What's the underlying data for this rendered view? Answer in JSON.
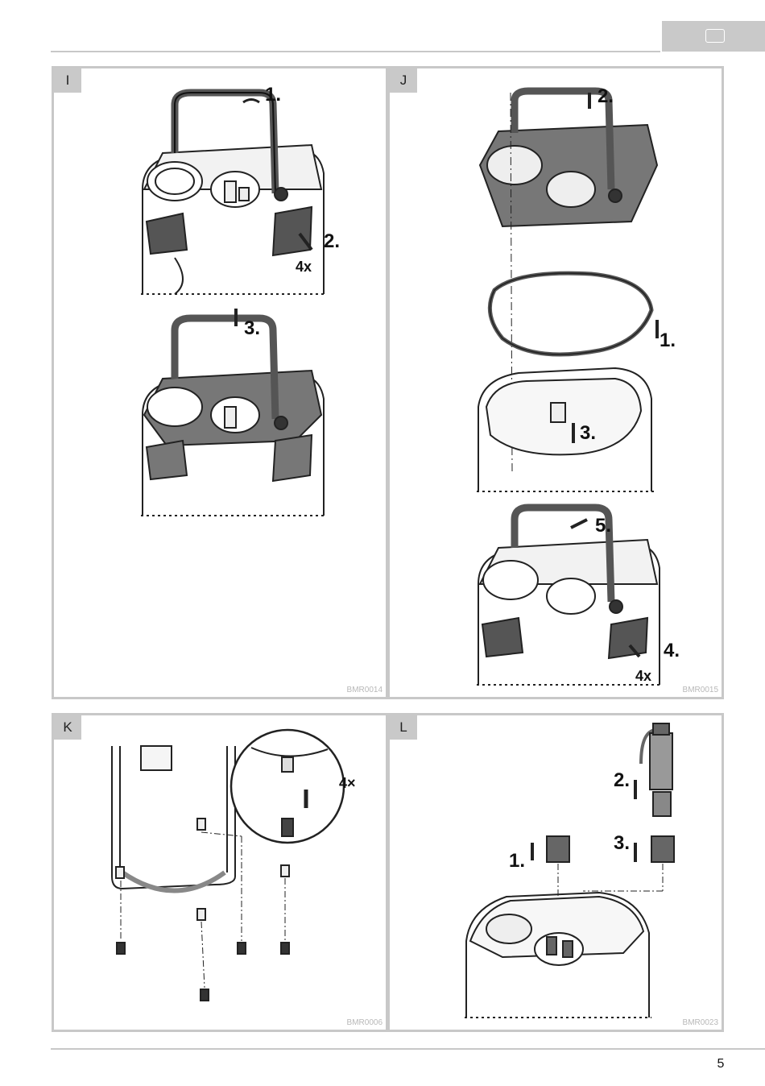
{
  "header": {
    "language_icon": "language-flag-icon"
  },
  "panels": {
    "I": {
      "label": "I",
      "code": "BMR0014",
      "step1": "1.",
      "step2": "2.",
      "step2_count": "4x",
      "step3": "3."
    },
    "J": {
      "label": "J",
      "code": "BMR0015",
      "step1": "1.",
      "step2": "2.",
      "step3": "3.",
      "step4": "4.",
      "step4_count": "4x",
      "step5": "5."
    },
    "K": {
      "label": "K",
      "code": "BMR0006",
      "count": "4×"
    },
    "L": {
      "label": "L",
      "code": "BMR0023",
      "step1": "1.",
      "step2": "2.",
      "step3": "3."
    }
  },
  "footer": {
    "page_number": "5"
  }
}
